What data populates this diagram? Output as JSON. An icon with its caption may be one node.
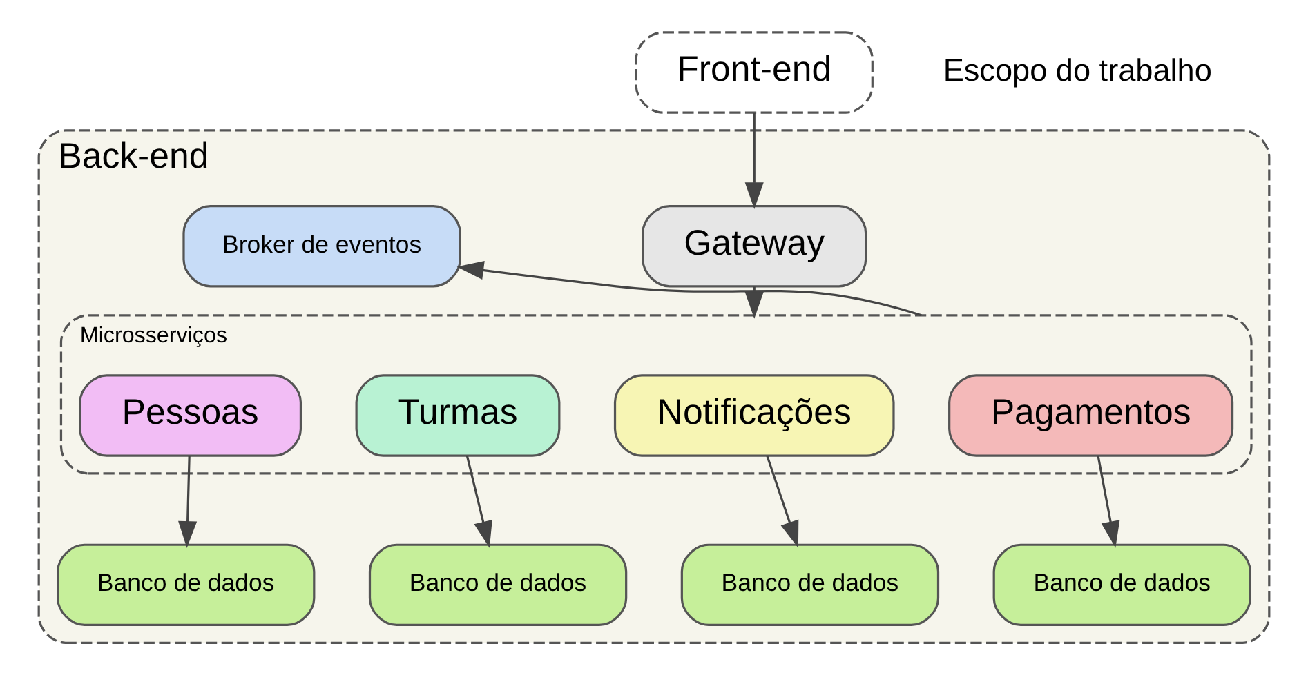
{
  "diagram": {
    "nodes": [
      {
        "text": [
          "Front-end"
        ]
      },
      {
        "text": [
          "Back-end"
        ]
      },
      {
        "text": [
          "Gateway"
        ],
        "in": 1
      },
      {
        "text": [
          "Microsserviços"
        ],
        "in": 1
      },
      {
        "text": [
          "Pessoas"
        ],
        "in": 3
      },
      {
        "text": [
          "Turmas"
        ],
        "in": 3
      },
      {
        "text": [
          "Notificações"
        ],
        "in": 3
      },
      {
        "text": [
          "Pagamentos"
        ],
        "in": 3
      },
      {
        "text": [
          "Broker de eventos"
        ],
        "in": 1
      },
      {
        "text": [
          "Banco de dados"
        ],
        "in": 1
      },
      {
        "text": [
          "Banco de dados"
        ],
        "in": 1
      },
      {
        "text": [
          "Banco de dados"
        ],
        "in": 1
      },
      {
        "text": [
          "Banco de dados"
        ],
        "in": 1
      }
    ],
    "edges": [
      {
        "from": 0,
        "to": 2,
        "arrow": "to"
      },
      {
        "from": 2,
        "to": 3,
        "arrow": "to"
      },
      {
        "from": 3,
        "to": 8,
        "arrow": "to"
      },
      {
        "from": 4,
        "to": 9,
        "arrow": "to"
      },
      {
        "from": 5,
        "to": 10,
        "arrow": "to"
      },
      {
        "from": 6,
        "to": 11,
        "arrow": "to"
      },
      {
        "from": 7,
        "to": 12,
        "arrow": "to"
      }
    ],
    "labels": [
      "Escopo do trabalho"
    ]
  }
}
